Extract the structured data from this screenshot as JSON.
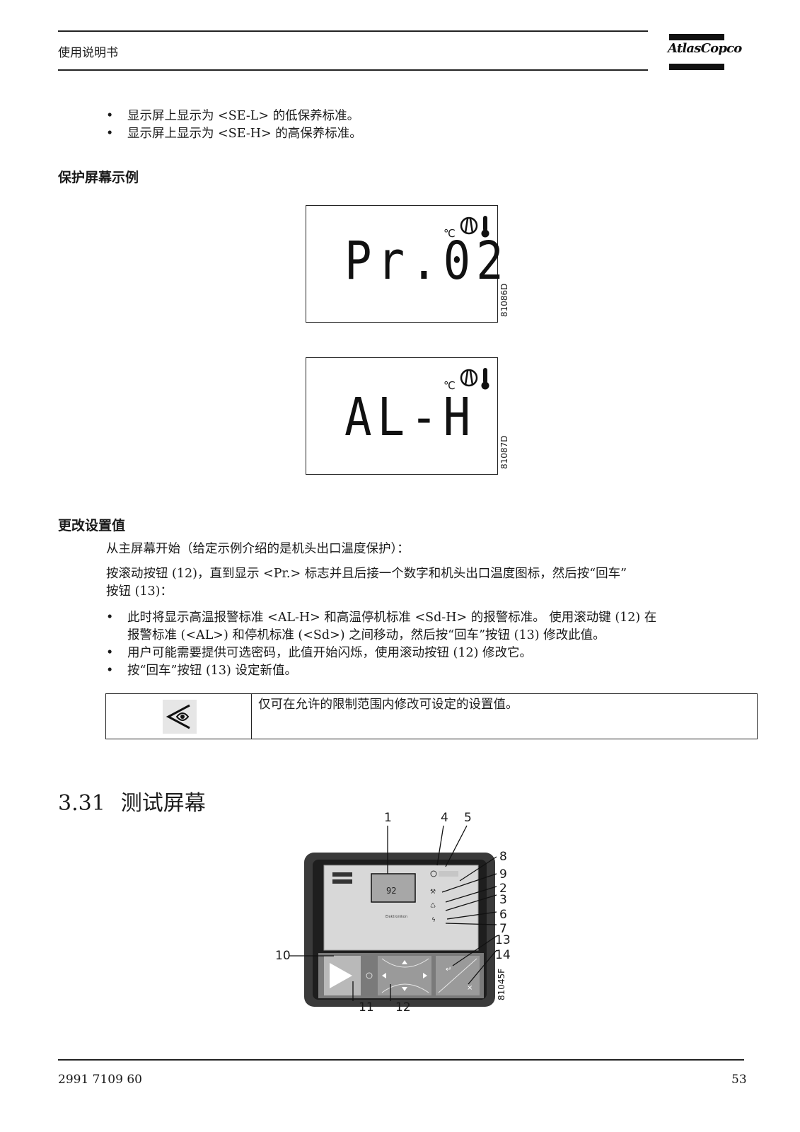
{
  "header": {
    "title": "使用说明书",
    "logo": "AtlasCopco"
  },
  "service_levels": [
    "显示屏上显示为 <SE-L> 的低保养标准。",
    "显示屏上显示为 <SE-H> 的高保养标准。"
  ],
  "protection_screen": {
    "heading": "保护屏幕示例",
    "displays": [
      {
        "code": "Pr.02",
        "unit": "℃",
        "figure_id": "81086D"
      },
      {
        "code": "AL-H",
        "unit": "℃",
        "figure_id": "81087D"
      }
    ]
  },
  "change_setting": {
    "heading": "更改设置值",
    "intro": "从主屏幕开始（给定示例介绍的是机头出口温度保护）：",
    "step": "按滚动按钮 (12)，直到显示 <Pr.> 标志并且后接一个数字和机头出口温度图标，然后按“回车”\n按钮 (13)：",
    "bullets": [
      "此时将显示高温报警标准 <AL-H> 和高温停机标准 <Sd-H> 的报警标准。 使用滚动键 (12) 在\n报警标准 (<AL>) 和停机标准 (<Sd>) 之间移动，然后按“回车”按钮 (13) 修改此值。",
      "用户可能需要提供可选密码，此值开始闪烁，使用滚动按钮 (12) 修改它。",
      "按“回车”按钮 (13) 设定新值。"
    ],
    "note": "仅可在允许的限制范围内修改可设定的设置值。",
    "note_icon": "eye-warning-icon"
  },
  "section": {
    "number": "3.31",
    "title": "测试屏幕"
  },
  "controller_figure": {
    "callouts": [
      "1",
      "4",
      "5",
      "8",
      "9",
      "2",
      "3",
      "6",
      "7",
      "13",
      "14",
      "10",
      "11",
      "12"
    ],
    "figure_id": "81045F",
    "screen_value": "92",
    "panel_label": "Elektronikon"
  },
  "footer": {
    "doc_number": "2991 7109 60",
    "page_number": "53"
  }
}
